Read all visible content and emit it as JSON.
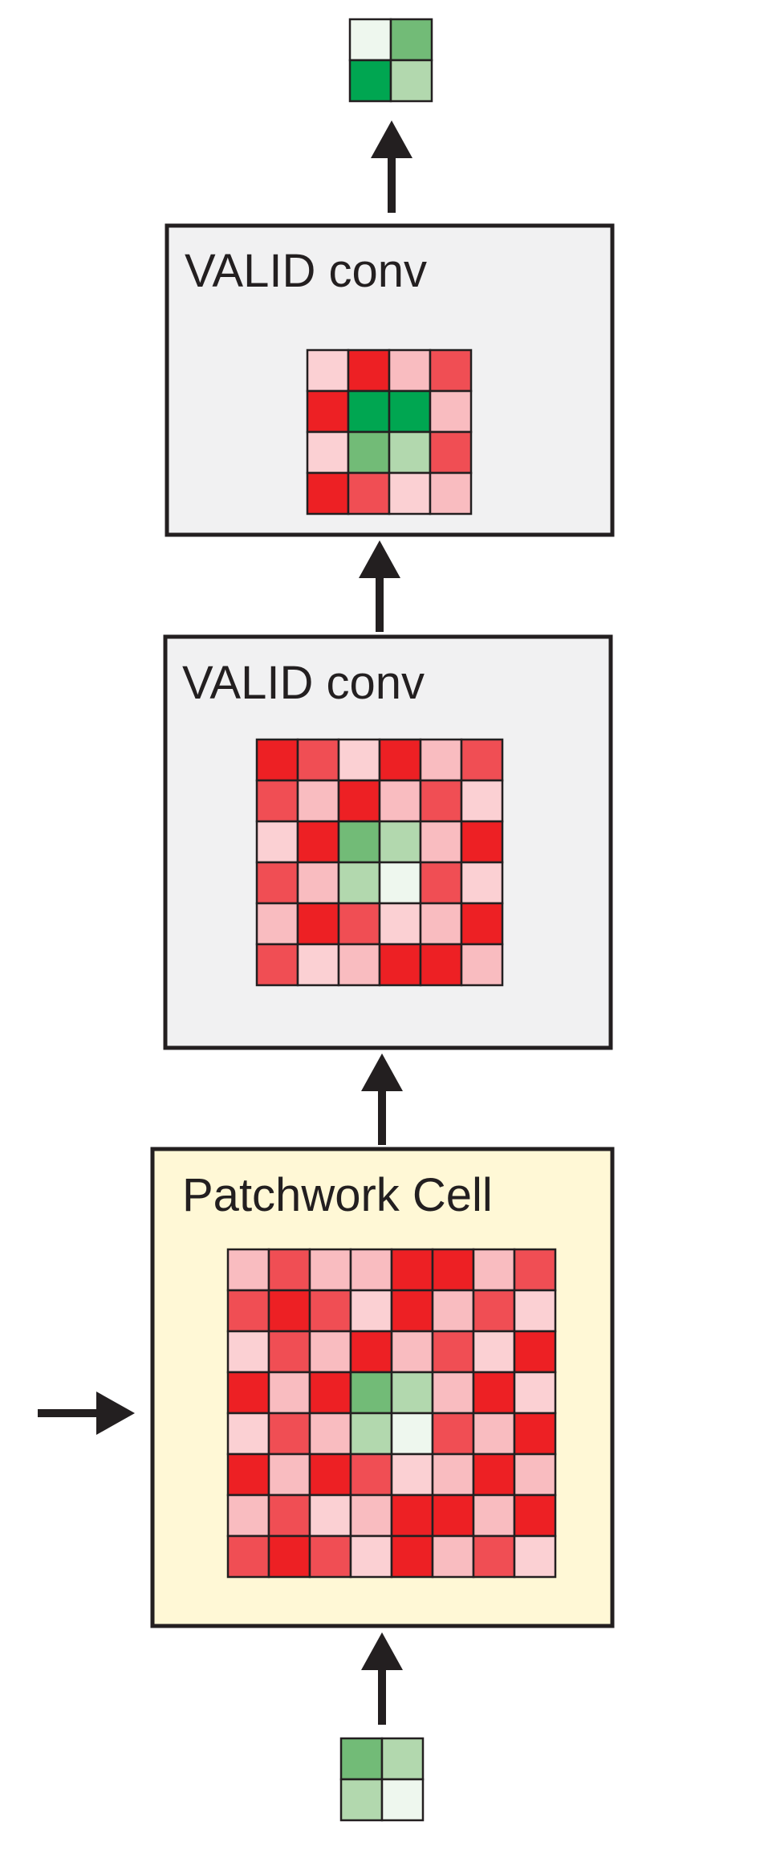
{
  "colors": {
    "stroke": "#231f20",
    "conv_box_fill": "#f1f1f2",
    "cell_box_fill": "#fff8d6",
    "cell_colors": {
      "R": "#ed2024",
      "M": "#f04e54",
      "P": "#f9bcc0",
      "L": "#fbd0d3",
      "G": "#00a651",
      "g": "#72bb77",
      "h": "#b2d8ae",
      "w": "#eef7ee"
    }
  },
  "boxes": {
    "conv_top": {
      "label": "VALID conv"
    },
    "conv_mid": {
      "label": "VALID conv"
    },
    "patchwork": {
      "label": "Patchwork Cell"
    }
  },
  "grids": {
    "output": [
      "wg",
      "Gh"
    ],
    "conv_top": [
      "LRPM",
      "RGGP",
      "LghM",
      "RMLP"
    ],
    "conv_mid": [
      "RMLRPM",
      "MPRPML",
      "LRghPR",
      "MPhwML",
      "PRMLPR",
      "MLPRRP"
    ],
    "patchwork": [
      "PMPPRRPM",
      "MRMLRPML",
      "LMPRPMLR",
      "RPRghPRL",
      "LMPhwMPR",
      "RPRMLPRP",
      "PMLPRRPR",
      "MRMLRPML"
    ],
    "input": [
      "gh",
      "hw"
    ]
  }
}
